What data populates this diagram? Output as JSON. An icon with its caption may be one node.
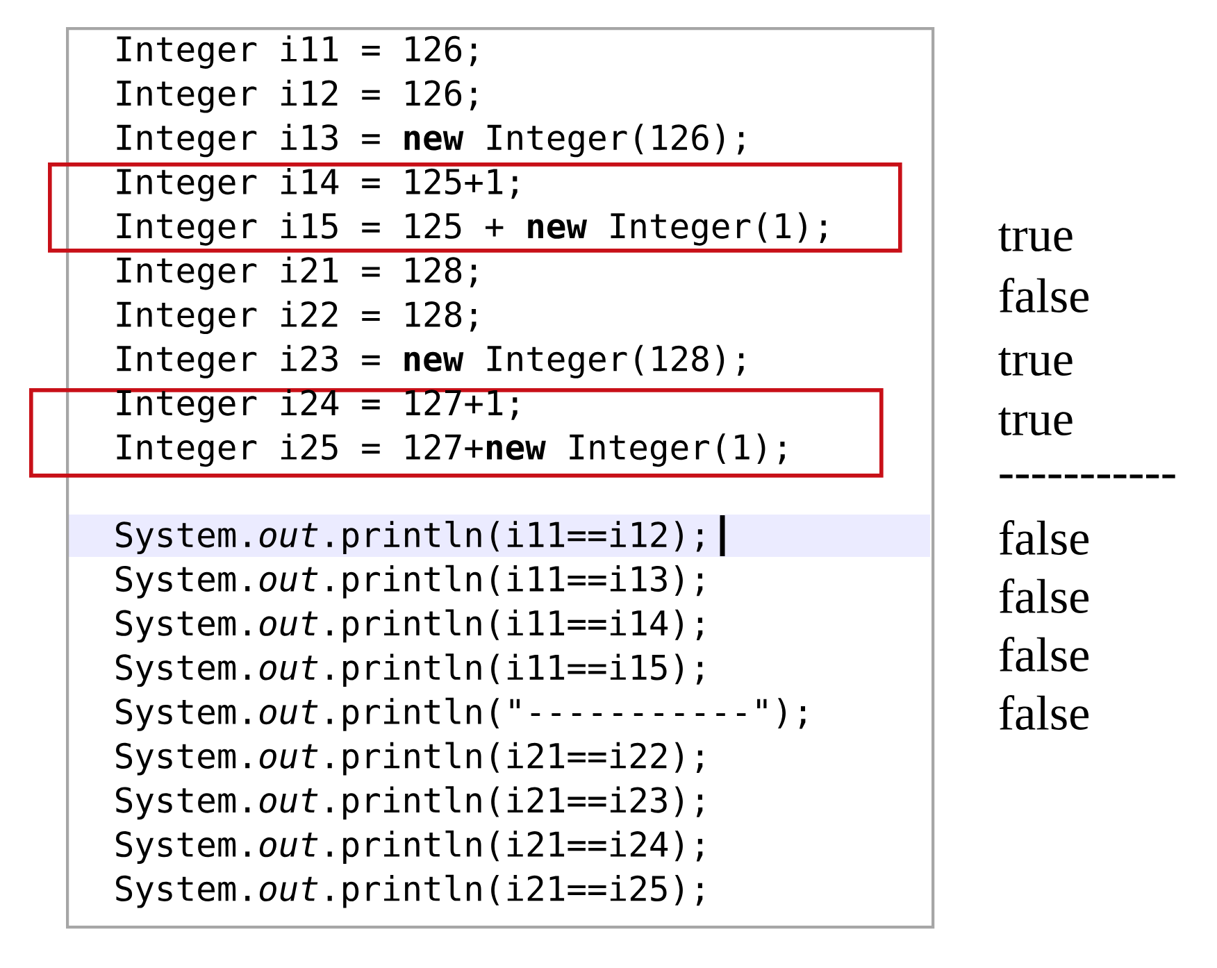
{
  "diagram": {
    "nodes": [
      {
        "text": [
          "Integer i11 = 126;",
          "Integer i12 = 126;",
          "Integer i13 = **new** Integer(126);",
          "Integer i21 = 128;",
          "Integer i22 = 128;",
          "Integer i23 = **new** Integer(128);",
          "System.*out*.println(i11==i12);",
          "System.*out*.println(i11==i13);",
          "System.*out*.println(i11==i14);",
          "System.*out*.println(i11==i15);",
          "System.*out*.println(\"-----------\");",
          "System.*out*.println(i21==i22);",
          "System.*out*.println(i21==i23);",
          "System.*out*.println(i21==i24);",
          "System.*out*.println(i21==i25);"
        ]
      },
      {
        "text": [
          "Integer i14 = 125+1;",
          "Integer i15 = 125 + **new** Integer(1);"
        ],
        "in": 0
      },
      {
        "text": [
          "Integer i24 = 127+1;",
          "Integer i25 = 127+**new** Integer(1);"
        ],
        "in": 0
      }
    ],
    "labels": [
      "true",
      "false",
      "true",
      "true",
      "-----------",
      "false",
      "false",
      "false",
      "false"
    ]
  }
}
